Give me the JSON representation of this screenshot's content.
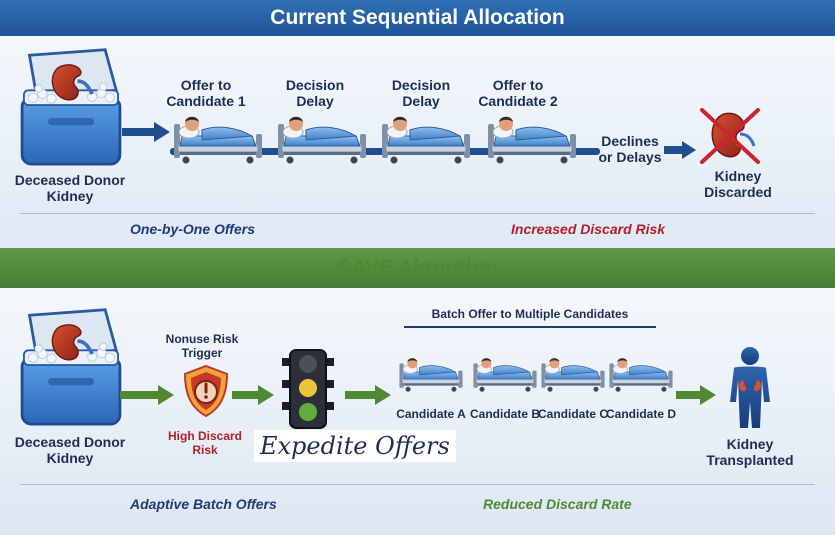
{
  "top_section": {
    "title": "Current Sequential Allocation",
    "donor_label": "Deceased Donor Kidney",
    "steps": [
      {
        "label": "Offer to Candidate 1"
      },
      {
        "label": "Decision Delay"
      },
      {
        "label": "Decision Delay"
      },
      {
        "label": "Offer to Candidate 2"
      }
    ],
    "declines_label": "Declines or Delays",
    "outcome_label": "Kidney Discarded",
    "footer_left": "One-by-One Offers",
    "footer_right": "Increased Discard Risk"
  },
  "bottom_section": {
    "title": "SAVE Algorithm",
    "donor_label": "Deceased Donor Kidney",
    "trigger_label": "Nonuse Risk Trigger",
    "risk_label": "High Discard Risk",
    "expedite_label": "Expedite Offers",
    "batch_label": "Batch Offer to Multiple Candidates",
    "candidates": [
      {
        "label": "Candidate A"
      },
      {
        "label": "Candidate B"
      },
      {
        "label": "Candidate C"
      },
      {
        "label": "Candidate D"
      }
    ],
    "outcome_label": "Kidney Transplanted",
    "footer_left": "Adaptive Batch Offers",
    "footer_right": "Reduced Discard Rate"
  },
  "colors": {
    "top_banner": "#2a64a8",
    "bottom_banner": "#528e3d",
    "arrow_top": "#1f4e91",
    "arrow_bottom": "#4f8a33",
    "discard_red": "#b3202a"
  },
  "icons": {
    "cooler": "cooler-icon",
    "kidney": "kidney-icon",
    "patient": "hospital-bed-icon",
    "discard": "crossed-out-kidney-icon",
    "shield": "alert-shield-icon",
    "traffic": "traffic-light-icon",
    "person": "human-body-icon"
  }
}
